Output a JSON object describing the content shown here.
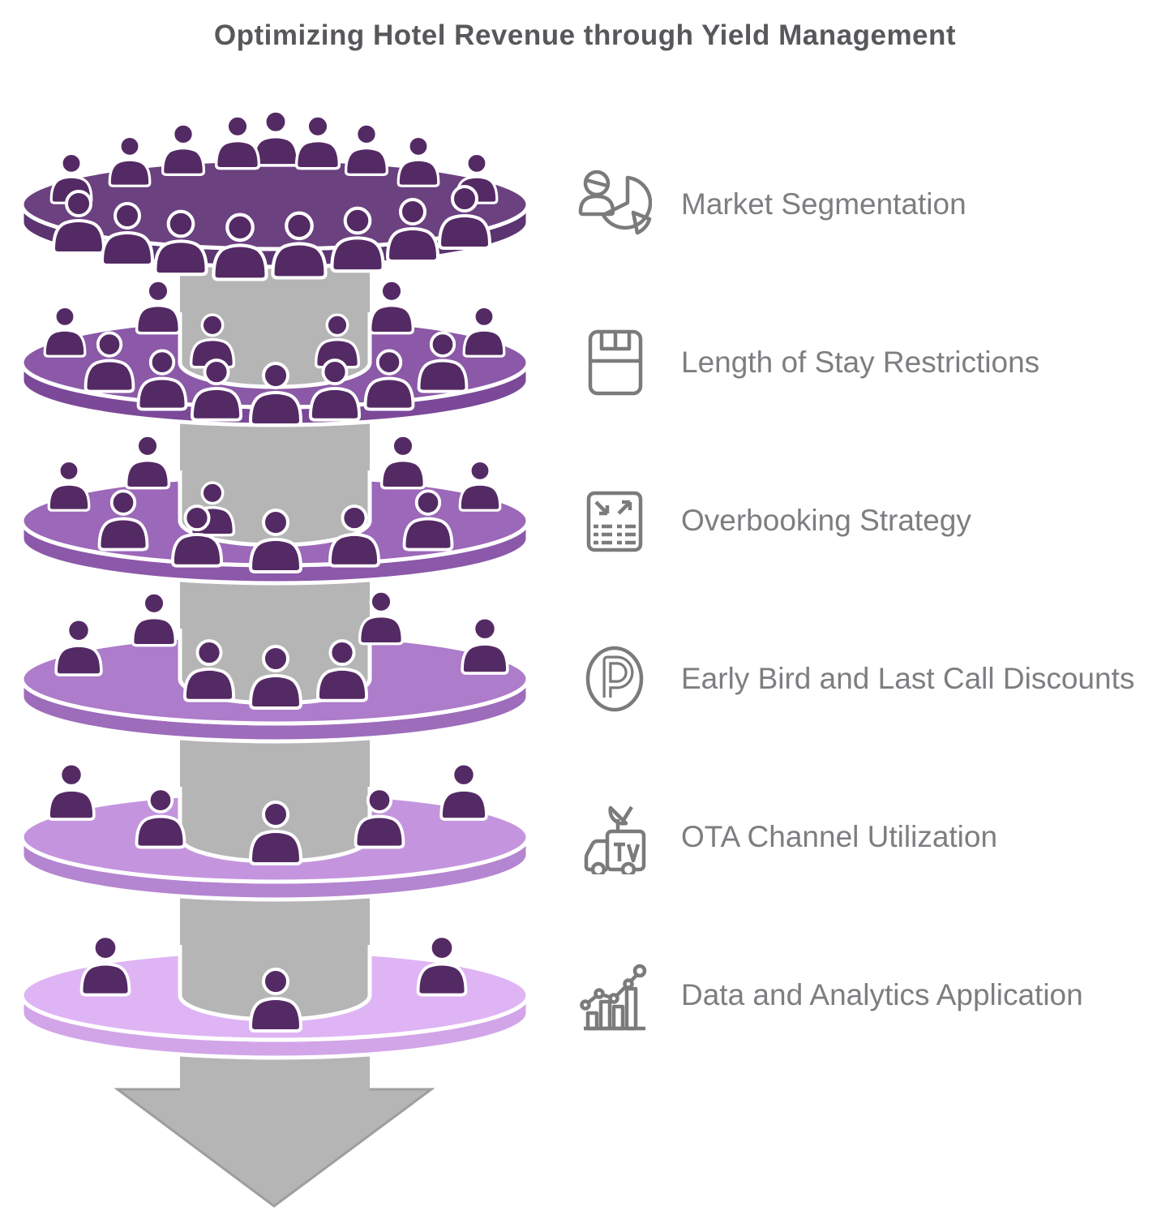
{
  "title": "Optimizing Hotel Revenue through Yield Management",
  "palette": {
    "background": "#FFFFFF",
    "title_color": "#57585B",
    "label_color": "#7C7E81",
    "icon_color": "#7B7B7B",
    "outline": "#FFFFFF",
    "person": "#542A64",
    "shaft": "#B5B5B5",
    "arrow_border": "#9E9E9E"
  },
  "funnel": {
    "levels": [
      {
        "name": "market-segmentation",
        "people": 17,
        "top_color": "#6C4180",
        "side_color": "#5B3471",
        "positions": [
          [
            88,
            243,
            0.8
          ],
          [
            160,
            222,
            0.8
          ],
          [
            226,
            208,
            0.82
          ],
          [
            293,
            200,
            0.85
          ],
          [
            340,
            196,
            0.88
          ],
          [
            392,
            200,
            0.85
          ],
          [
            452,
            208,
            0.82
          ],
          [
            516,
            222,
            0.8
          ],
          [
            588,
            243,
            0.8
          ],
          [
            97,
            303,
            1
          ],
          [
            157,
            318,
            1
          ],
          [
            223,
            329,
            1.02
          ],
          [
            296,
            335,
            1.05
          ],
          [
            369,
            333,
            1.05
          ],
          [
            441,
            325,
            1.02
          ],
          [
            509,
            313,
            1
          ],
          [
            573,
            297,
            1
          ]
        ]
      },
      {
        "name": "length-of-stay-restrictions",
        "people": 13,
        "top_color": "#8B59A7",
        "side_color": "#7B4998",
        "positions": [
          [
            80,
            432,
            0.8
          ],
          [
            195,
            403,
            0.85
          ],
          [
            262,
            445,
            0.85
          ],
          [
            416,
            445,
            0.85
          ],
          [
            483,
            403,
            0.85
          ],
          [
            597,
            432,
            0.8
          ],
          [
            135,
            474,
            0.95
          ],
          [
            200,
            496,
            0.95
          ],
          [
            267,
            509,
            0.97
          ],
          [
            340,
            515,
            1
          ],
          [
            413,
            509,
            0.97
          ],
          [
            480,
            496,
            0.95
          ],
          [
            546,
            474,
            0.95
          ]
        ]
      },
      {
        "name": "overbooking-strategy",
        "people": 10,
        "top_color": "#9C68B9",
        "side_color": "#8C58AA",
        "positions": [
          [
            85,
            622,
            0.8
          ],
          [
            182,
            594,
            0.85
          ],
          [
            497,
            594,
            0.85
          ],
          [
            592,
            622,
            0.8
          ],
          [
            262,
            652,
            0.85
          ],
          [
            152,
            669,
            0.95
          ],
          [
            243,
            689,
            0.97
          ],
          [
            340,
            696,
            1
          ],
          [
            437,
            689,
            0.97
          ],
          [
            528,
            669,
            0.95
          ]
        ]
      },
      {
        "name": "early-bird-last-call-discounts",
        "people": 7,
        "top_color": "#AD7CCA",
        "side_color": "#9D6CBB",
        "positions": [
          [
            97,
            824,
            0.9
          ],
          [
            190,
            788,
            0.85
          ],
          [
            470,
            786,
            0.85
          ],
          [
            598,
            822,
            0.9
          ],
          [
            258,
            855,
            0.97
          ],
          [
            340,
            864,
            1
          ],
          [
            422,
            855,
            0.97
          ]
        ]
      },
      {
        "name": "ota-channel-utilization",
        "people": 5,
        "top_color": "#C495DE",
        "side_color": "#B485D0",
        "positions": [
          [
            88,
            1002,
            0.9
          ],
          [
            198,
            1036,
            0.95
          ],
          [
            340,
            1056,
            1
          ],
          [
            468,
            1036,
            0.95
          ],
          [
            572,
            1002,
            0.9
          ]
        ]
      },
      {
        "name": "data-analytics-application",
        "people": 3,
        "top_color": "#DFB4F4",
        "side_color": "#D2A5E8",
        "positions": [
          [
            130,
            1218,
            0.95
          ],
          [
            340,
            1262,
            1
          ],
          [
            545,
            1218,
            0.95
          ]
        ]
      }
    ]
  },
  "legend": {
    "items": [
      {
        "icon": "person-pie-chart-icon",
        "label": "Market Segmentation"
      },
      {
        "icon": "save-card-icon",
        "label": "Length of Stay Restrictions"
      },
      {
        "icon": "document-arrows-icon",
        "label": "Overbooking Strategy"
      },
      {
        "icon": "parking-circle-icon",
        "label": "Early Bird and Last Call Discounts"
      },
      {
        "icon": "broadcast-truck-icon",
        "label": "OTA Channel Utilization"
      },
      {
        "icon": "bar-line-chart-icon",
        "label": "Data and Analytics Application"
      }
    ]
  }
}
